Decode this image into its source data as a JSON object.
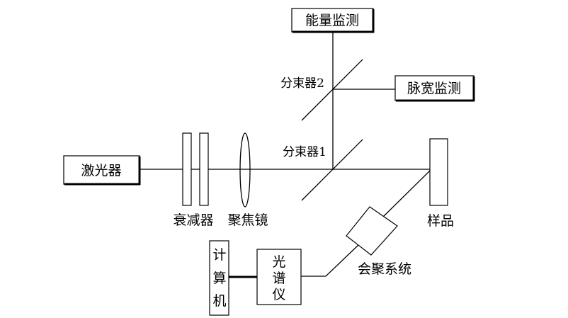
{
  "diagram": {
    "energy_monitor": "能量监测",
    "pulse_width_monitor": "脉宽监测",
    "beam_splitter_2": "分束器2",
    "beam_splitter_1": "分束器1",
    "laser": "激光器",
    "attenuator": "衰减器",
    "focusing_lens": "聚焦镜",
    "sample": "样品",
    "converging_system": "会聚系统",
    "spectrometer": [
      "光",
      "谱",
      "仪"
    ],
    "computer": [
      "计",
      "算",
      "机"
    ]
  },
  "colors": {
    "line": "#000000",
    "background": "#ffffff"
  }
}
